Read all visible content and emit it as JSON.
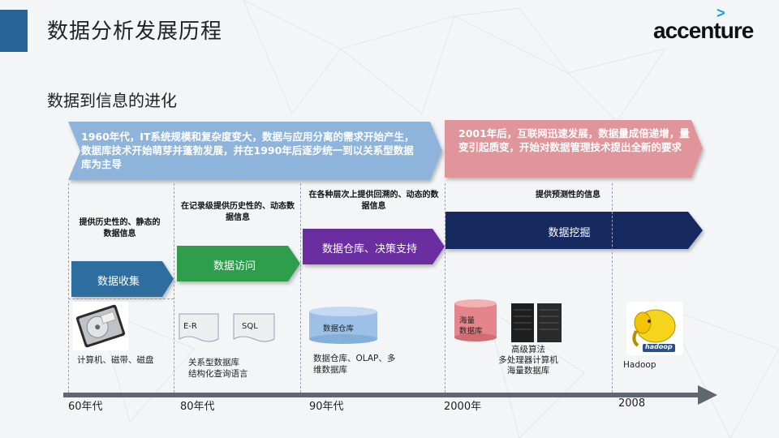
{
  "slide": {
    "title": "数据分析发展历程",
    "subtitle": "数据到信息的进化",
    "logo_text": "accenture",
    "logo_mark": ">"
  },
  "bands": {
    "left": "1960年代，IT系统规模和复杂度变大，数据与应用分离的需求开始产生，数据库技术开始萌芽并蓬勃发展，并在1990年后逐步统一到以关系型数据库为主导",
    "right": "2001年后，互联网迅速发展，数据量成倍递增，量变引起质变，开始对数据管理技术提出全新的要求"
  },
  "stages": [
    {
      "note": "提供历史性的、静态的数据信息",
      "label": "数据收集",
      "color": "#2e6e9e"
    },
    {
      "note": "在记录级提供历史性的、动态数据信息",
      "label": "数据访问",
      "color": "#2e9e4e"
    },
    {
      "note": "在各种层次上提供回溯的、动态的数据信息",
      "label": "数据仓库、决策支持",
      "color": "#6a2ea0"
    },
    {
      "note": "提供预测性的信息",
      "label": "数据挖掘",
      "color": "#13295e"
    }
  ],
  "images": {
    "disk_caption": "计算机、磁带、磁盘",
    "er_label": "E-R",
    "sql_label": "SQL",
    "relational_caption_1": "关系型数据库",
    "relational_caption_2": "结构化查询语言",
    "dw_label": "数据仓库",
    "dw_caption_1": "数据仓库、OLAP、多",
    "dw_caption_2": "维数据库",
    "mass_label_1": "海量",
    "mass_label_2": "数据库",
    "algo_caption_1": "高级算法",
    "algo_caption_2": "多处理器计算机",
    "algo_caption_3": "海量数据库",
    "hadoop_caption": "Hadoop",
    "hadoop_logo": "hadoop"
  },
  "timeline": [
    "60年代",
    "80年代",
    "90年代",
    "2000年",
    "2008"
  ],
  "colors": {
    "accent": "#2a6496",
    "band_left": "#8fb4dc",
    "band_right": "#e0959a",
    "timeline": "#5f6770"
  }
}
